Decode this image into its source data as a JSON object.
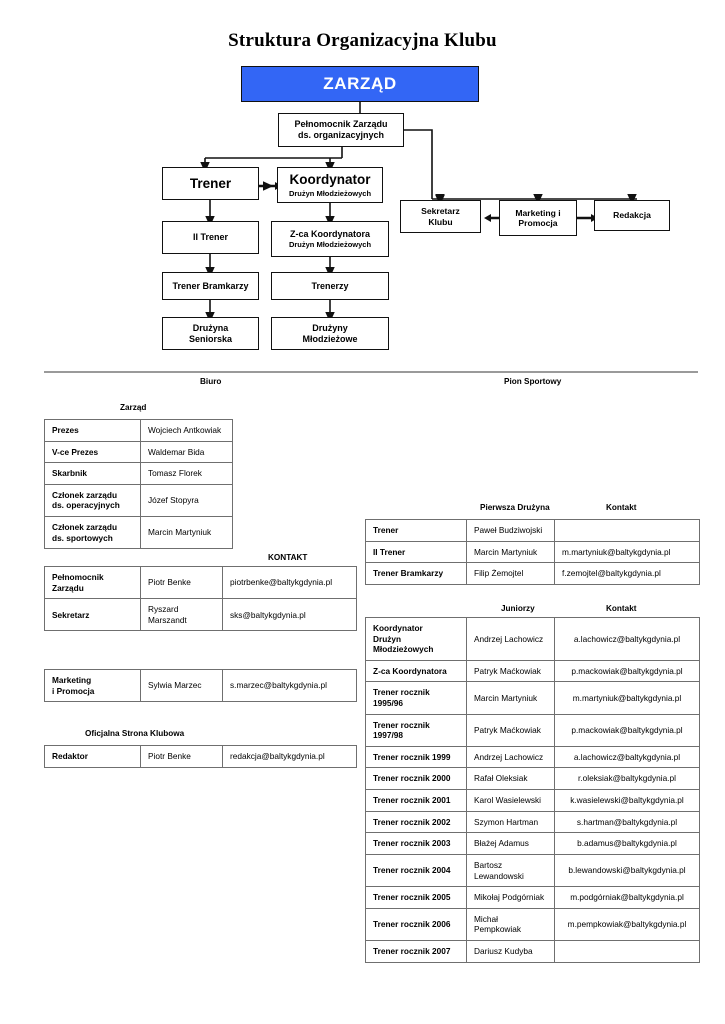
{
  "title": "Struktura Organizacyjna Klubu",
  "colors": {
    "board_box_fill": "#3366f5",
    "board_box_text": "#ffffff",
    "node_border": "#111111",
    "divider": "#9a9a9a",
    "table_border": "#6f6f6f"
  },
  "org_chart": {
    "nodes": {
      "zarzad": "ZARZĄD",
      "pelnomocnik_line1": "Pełnomocnik Zarządu",
      "pelnomocnik_line2": "ds. organizacyjnych",
      "trener": "Trener",
      "koordynator_main": "Koordynator",
      "koordynator_sub": "Drużyn Młodzieżowych",
      "ii_trener": "II Trener",
      "zca_koordynatora_main": "Z-ca Koordynatora",
      "zca_koordynatora_sub": "Drużyn Młodzieżowych",
      "trener_bramkarzy": "Trener Bramkarzy",
      "trenerzy": "Trenerzy",
      "druzyna_seniorska_line1": "Drużyna",
      "druzyna_seniorska_line2": "Seniorska",
      "druzyny_mlodziezowe_line1": "Drużyny",
      "druzyny_mlodziezowe_line2": "Młodzieżowe",
      "sekretarz_klubu_line1": "Sekretarz",
      "sekretarz_klubu_line2": "Klubu",
      "marketing_promocja_line1": "Marketing i",
      "marketing_promocja_line2": "Promocja",
      "redakcja": "Redakcja"
    }
  },
  "sections": {
    "biuro": "Biuro",
    "pion_sportowy": "Pion Sportowy",
    "zarzad_caption": "Zarząd",
    "kontakt_caption": "KONTAKT",
    "oficjalna_strona": "Oficjalna Strona Klubowa",
    "pierwsza_druzyna": "Pierwsza  Drużyna",
    "kontakt_right_1": "Kontakt",
    "juniorzy": "Juniorzy",
    "kontakt_right_2": "Kontakt"
  },
  "tables": {
    "zarzad": {
      "rows": [
        {
          "role": "Prezes",
          "name": "Wojciech Antkowiak"
        },
        {
          "role": "V-ce Prezes",
          "name": "Waldemar Bida"
        },
        {
          "role": "Skarbnik",
          "name": "Tomasz Florek"
        },
        {
          "role": "Członek zarządu\nds. operacyjnych",
          "name": "Józef Stopyra"
        },
        {
          "role": "Członek zarządu\nds. sportowych",
          "name": "Marcin Martyniuk"
        }
      ]
    },
    "kontakt": {
      "rows": [
        {
          "role": "Pełnomocnik\nZarządu",
          "name": "Piotr Benke",
          "email": "piotrbenke@baltykgdynia.pl"
        },
        {
          "role": "Sekretarz",
          "name": "Ryszard Marszandt",
          "email": "sks@baltykgdynia.pl"
        }
      ]
    },
    "marketing": {
      "rows": [
        {
          "role": "Marketing\n i Promocja",
          "name": "Sylwia Marzec",
          "email": "s.marzec@baltykgdynia.pl"
        }
      ]
    },
    "redakcja": {
      "rows": [
        {
          "role": "Redaktor",
          "name": "Piotr Benke",
          "email": "redakcja@baltykgdynia.pl"
        }
      ]
    },
    "pierwsza_druzyna": {
      "rows": [
        {
          "role": "Trener",
          "name": "Paweł Budziwojski",
          "email": ""
        },
        {
          "role": "II Trener",
          "name": "Marcin Martyniuk",
          "email": "m.martyniuk@baltykgdynia.pl"
        },
        {
          "role": "Trener Bramkarzy",
          "name": "Filip Żemojtel",
          "email": "f.zemojtel@baltykgdynia.pl"
        }
      ]
    },
    "juniorzy": {
      "rows": [
        {
          "role": "Koordynator\nDrużyn Młodzieżowych",
          "name": "Andrzej Lachowicz",
          "email": "a.lachowicz@baltykgdynia.pl"
        },
        {
          "role": "Z-ca Koordynatora",
          "name": "Patryk Maćkowiak",
          "email": "p.mackowiak@baltykgdynia.pl"
        },
        {
          "role": "Trener rocznik 1995/96",
          "name": "Marcin Martyniuk",
          "email": "m.martyniuk@baltykgdynia.pl"
        },
        {
          "role": "Trener rocznik 1997/98",
          "name": "Patryk Maćkowiak",
          "email": "p.mackowiak@baltykgdynia.pl"
        },
        {
          "role": "Trener rocznik 1999",
          "name": "Andrzej Lachowicz",
          "email": "a.lachowicz@baltykgdynia.pl"
        },
        {
          "role": "Trener rocznik 2000",
          "name": "Rafał Oleksiak",
          "email": "r.oleksiak@baltykgdynia.pl"
        },
        {
          "role": "Trener rocznik 2001",
          "name": "Karol Wasielewski",
          "email": "k.wasielewski@baltykgdynia.pl"
        },
        {
          "role": "Trener rocznik 2002",
          "name": "Szymon Hartman",
          "email": "s.hartman@baltykgdynia.pl"
        },
        {
          "role": "Trener rocznik 2003",
          "name": "Błażej Adamus",
          "email": "b.adamus@baltykgdynia.pl"
        },
        {
          "role": "Trener rocznik 2004",
          "name": "Bartosz Lewandowski",
          "email": "b.lewandowski@baltykgdynia.pl"
        },
        {
          "role": "Trener rocznik 2005",
          "name": "Mikołaj Podgórniak",
          "email": "m.podgórniak@baltykgdynia.pl"
        },
        {
          "role": "Trener rocznik 2006",
          "name": "Michał Pempkowiak",
          "email": "m.pempkowiak@baltykgdynia.pl"
        },
        {
          "role": "Trener rocznik 2007",
          "name": "Dariusz Kudyba",
          "email": ""
        }
      ]
    }
  }
}
